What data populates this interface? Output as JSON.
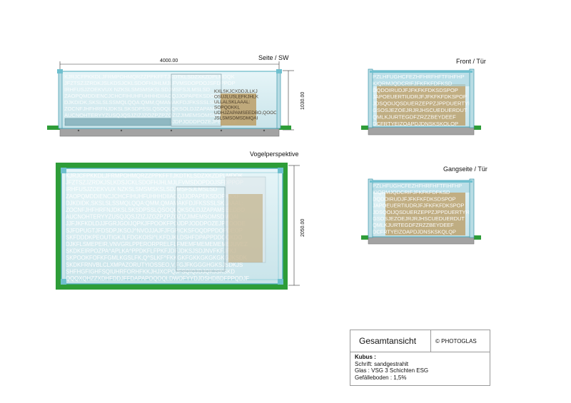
{
  "views": {
    "side": {
      "label": "Seite / SW",
      "length_dim": "4000.00",
      "height_dim": "1030.00"
    },
    "top": {
      "label": "Vogelperspektive",
      "depth_dim": "2050.00"
    },
    "front": {
      "label": "Front / Tür"
    },
    "aisle": {
      "label": "Gangseite / Tür"
    }
  },
  "title_block": {
    "title": "Gesamtansicht",
    "brand": "© PHOTOGLAS",
    "object_label": "Kubus :",
    "lines": [
      "Schrift: sandgestrahlt",
      "Glas : VSG 3 Schichten ESG",
      "Gefälleboden : 1,5%"
    ]
  },
  "glass_text": [
    "KJRJCFPKKDLJFRMPOHMQRZZPPKFFTJKDTKLSDZXKZDPLMDQK",
    "JFZTSZJZRDKJSLKDSJCKLSDOFHJHLMJLFVMSDOPDOJSFDPPOP",
    "IRHFUSJZOEKVUX NZKSLSMSMSKSLSDJMSFSJLMSLSD",
    "ZAOPQMDDIENCJCHCFIHUHFUHHHDIIACQJJOPAPEKSDOPKKXF",
    "DJKDIDK,SKSLSLSSMQLQQA:QMM,QMAMAKFDJFKSSSLSKLAAAL:",
    "ZOCNFJHFHRFNJDKSLSKSDPSSLQSOQLQKSOLDJZAPAMSEEDBO",
    "AUCNOHTERYYZUSQJQSJZIZJZOZPZPZOZIZJIMEMSOMSDMQAI",
    "JJFJKFKDLDJJFGRJGOIJQPKJFPOOKFPOJDPJODDPOZEJPEOODE",
    "SJFDPUGTJFDSDPJKSOJ^NVOJJAJFJFGPICKSFOQDPPDOPDEOP",
    "SKFDDDKPEOUTIGKJLFDGKOISI^LKFDJKLDSHFDPAPPDDOQKDO",
    "DJKFLSMEPEIR,VNVGRLPPERORPRELFLFMEMFMEMEMEMEJUVEZ",
    "SKDKEIRPOZPA^APLKA^PPDKFLFPKFJDFJDKSJSDJNVFKFJFKJ",
    "SKPOOKFOFKFGMLKGSLFK,Q^SLKF^FKKGKFGKKGKGKGKGJKSDK",
    "SKDKFRNVBLCLXMPAZORUTYIOSSEO,V,FGJFKGGGHGKSJSDKJS",
    "SHFHGFIGHFSQIUHRFORHFKKJHJXCPQJFSQIQJDJQKJSKSKD",
    "QQQXQHZZXDHFDDJFFDAPAPOQOQLDWOFYYDJDSHDBDFPPQDJF"
  ],
  "side_panel_text": [
    "KXLSKJCXDDJLLKJ",
    "OSUJLUSLEFKJHLK",
    "ULLALSKLAAAL:",
    "SOPQOKKL",
    "UDHJZAPAMSEEDBO,QOOOPOP",
    "JSLSMSOMSDMQAI"
  ],
  "door_text": [
    "PZLHFUGHCFEZHFHRFHFTFIHFHP",
    "KIQRMJQDCRIFJFKFKFDFKSD",
    "DQDOIRUDJFJFKFKFDKSDSPOP",
    "JAPOEUERTIUDRJFJFKFKFDKSPOP",
    "JDSQOIJQSDUERZEPPZJPPDUERTYR",
    "GSOSJEZOEJRJRJHSCUEDUERDUT",
    "QMLKJURTEGDFZRZZBEYDEEF",
    "DCFRTYEIZOAPDJDNSKSKQLQP"
  ],
  "colors": {
    "grass": "#2e9d38",
    "glass_fill": "#d8eef2",
    "glass_edge": "#4fb6c8",
    "base": "#9d9d9d",
    "panel": "#bca26e"
  }
}
